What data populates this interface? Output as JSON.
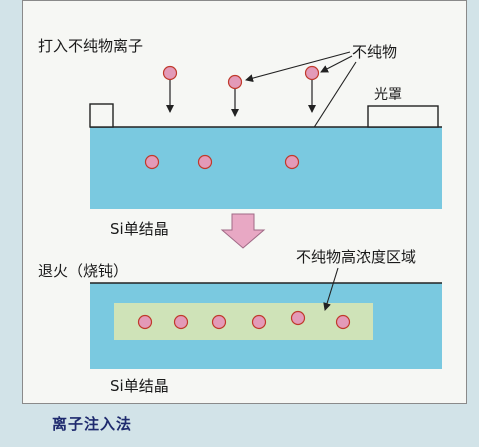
{
  "labels": {
    "ion_implant": "打入不纯物离子",
    "impurity": "不纯物",
    "mask": "光罩",
    "si_crystal_top": "Si单结晶",
    "anneal": "退火（烧钝）",
    "high_conc_region": "不纯物高浓度区域",
    "si_crystal_bottom": "Si单结晶"
  },
  "caption": "离子注入法",
  "colors": {
    "silicon": "#7ac9e0",
    "region": "#cfe3b8",
    "ion_fill": "#e39ab8",
    "ion_stroke": "#c0392b",
    "process_arrow": "#e8a8c4"
  },
  "icons": {
    "ion": "filled-circle",
    "process": "down-arrow"
  }
}
